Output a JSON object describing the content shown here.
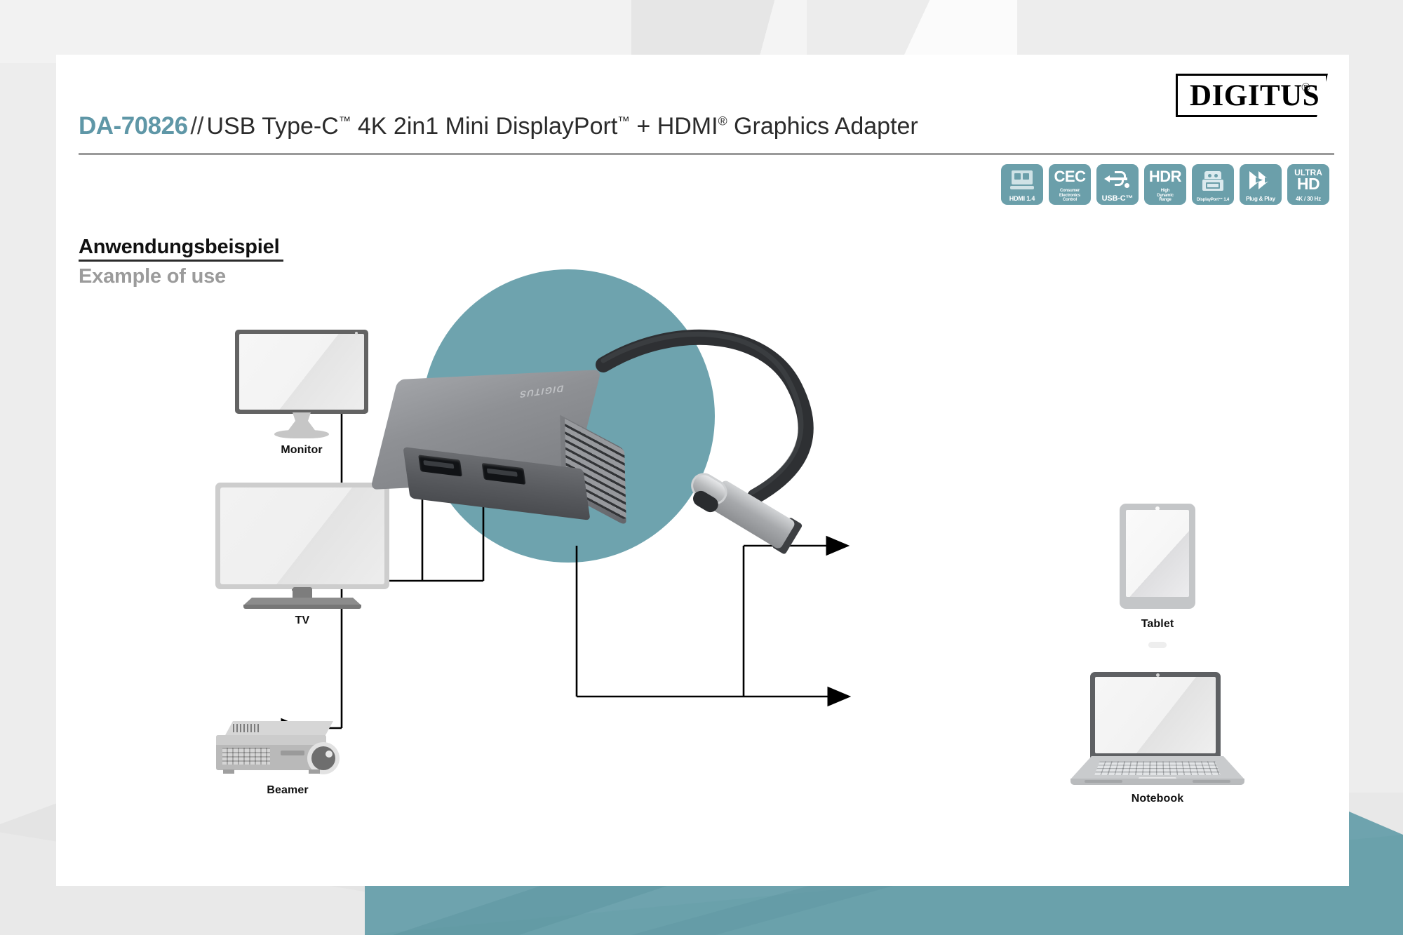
{
  "brand": {
    "logo_text": "DIGITUS",
    "logo_registered": "®"
  },
  "header": {
    "sku": "DA-70826",
    "separator": "//",
    "product_name_parts": {
      "p1": "USB Type-C",
      "tm1": "™",
      "p2": " 4K 2in1 Mini DisplayPort",
      "tm2": "™",
      "p3": " + HDMI",
      "reg1": "®",
      "p4": " Graphics Adapter"
    },
    "product_name_plain": "USB Type-C™ 4K 2in1 Mini DisplayPort™ + HDMI® Graphics Adapter"
  },
  "features": [
    {
      "id": "hdmi",
      "icon": "hdmi-monitor-icon",
      "big": "",
      "label": "HDMI 1.4",
      "sub": ""
    },
    {
      "id": "cec",
      "icon": "cec-text-icon",
      "big": "CEC",
      "label": "",
      "sub": "Consumer\nElectronics\nControl"
    },
    {
      "id": "usbc",
      "icon": "usb-trident-icon",
      "big": "",
      "label": "USB-C™",
      "sub": ""
    },
    {
      "id": "hdr",
      "icon": "hdr-text-icon",
      "big": "HDR",
      "label": "",
      "sub": "High\nDynamic\nRange"
    },
    {
      "id": "displayport",
      "icon": "displayport-device-icon",
      "big": "",
      "label": "DisplayPort™ 1.4",
      "sub": ""
    },
    {
      "id": "plugplay",
      "icon": "chevron-arrow-icon",
      "big": "",
      "label": "Plug & Play",
      "sub": ""
    },
    {
      "id": "ultrahd",
      "icon": "ultrahd-text-icon",
      "big": "HD",
      "label": "4K / 30 Hz",
      "sub": "ULTRA"
    }
  ],
  "section": {
    "heading_de": "Anwendungsbeispiel",
    "heading_en": "Example of use"
  },
  "diagram": {
    "outputs": [
      {
        "id": "monitor",
        "label": "Monitor"
      },
      {
        "id": "tv",
        "label": "TV"
      },
      {
        "id": "beamer",
        "label": "Beamer"
      }
    ],
    "sources": [
      {
        "id": "tablet",
        "label": "Tablet"
      },
      {
        "id": "notebook",
        "label": "Notebook"
      }
    ],
    "product_logo": "DIGITUS"
  },
  "colors": {
    "brand_teal": "#6ea3ae",
    "sku_teal": "#5f97a7",
    "heading_black": "#111111",
    "heading_grey": "#9b9b9b",
    "icon_tile": "#6b9faa",
    "page_grey": "#ededed",
    "card_white": "#ffffff"
  }
}
